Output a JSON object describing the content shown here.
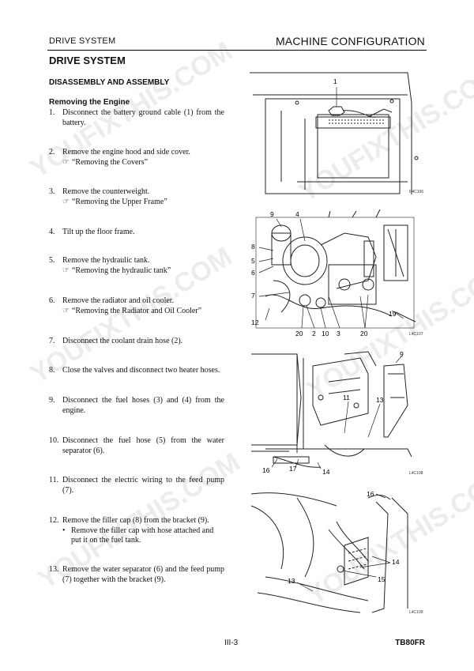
{
  "header": {
    "left": "DRIVE SYSTEM",
    "right": "MACHINE CONFIGURATION"
  },
  "title": "DRIVE SYSTEM",
  "subtitle": "DISASSEMBLY AND ASSEMBLY",
  "section": "Removing the Engine",
  "steps": [
    {
      "num": "1.",
      "text": "Disconnect the battery ground cable (1) from the battery."
    },
    {
      "num": "2.",
      "text": "Remove the engine hood and side cover.",
      "ref": "“Removing the Covers”"
    },
    {
      "num": "3.",
      "text": "Remove the counterweight.",
      "ref": "“Removing the Upper Frame”"
    },
    {
      "num": "4.",
      "text": "Tilt up the floor frame."
    },
    {
      "num": "5.",
      "text": "Remove the hydraulic tank.",
      "ref": "“Removing the hydraulic tank”"
    },
    {
      "num": "6.",
      "text": "Remove the radiator and oil cooler.",
      "ref": "“Removing the Radiator and Oil Cooler”"
    },
    {
      "num": "7.",
      "text": "Disconnect the coolant drain hose (2)."
    },
    {
      "num": "8.",
      "text": "Close the valves and disconnect two heater hoses."
    },
    {
      "num": "9.",
      "text": "Disconnect the fuel hoses (3) and (4) from the engine."
    },
    {
      "num": "10.",
      "text": "Disconnect the fuel hose (5) from the water separator (6)."
    },
    {
      "num": "11.",
      "text": "Disconnect the electric wiring to the feed pump (7)."
    },
    {
      "num": "12.",
      "text": "Remove the filler cap (8) from the bracket (9).",
      "bullet": "Remove the filler cap with hose attached and put it on the fuel tank."
    },
    {
      "num": "13.",
      "text": "Remove the water separator (6) and the feed pump (7) together with the bracket (9)."
    }
  ],
  "figures": {
    "fig1": {
      "code": "P4C106",
      "callouts": [
        "1"
      ]
    },
    "fig2": {
      "code": "L4C107",
      "callouts": [
        "9",
        "4",
        "8",
        "5",
        "6",
        "7",
        "12",
        "20",
        "2",
        "10",
        "3",
        "20",
        "19"
      ]
    },
    "fig3": {
      "code": "L4C108",
      "callouts": [
        "9",
        "11",
        "13",
        "16",
        "17",
        "14"
      ]
    },
    "fig4": {
      "code": "L4C109",
      "callouts": [
        "16",
        "14",
        "15",
        "13"
      ]
    }
  },
  "footer": {
    "page": "III-3",
    "model": "TB80FR"
  },
  "watermark": "YOUFIXTHIS.COM"
}
